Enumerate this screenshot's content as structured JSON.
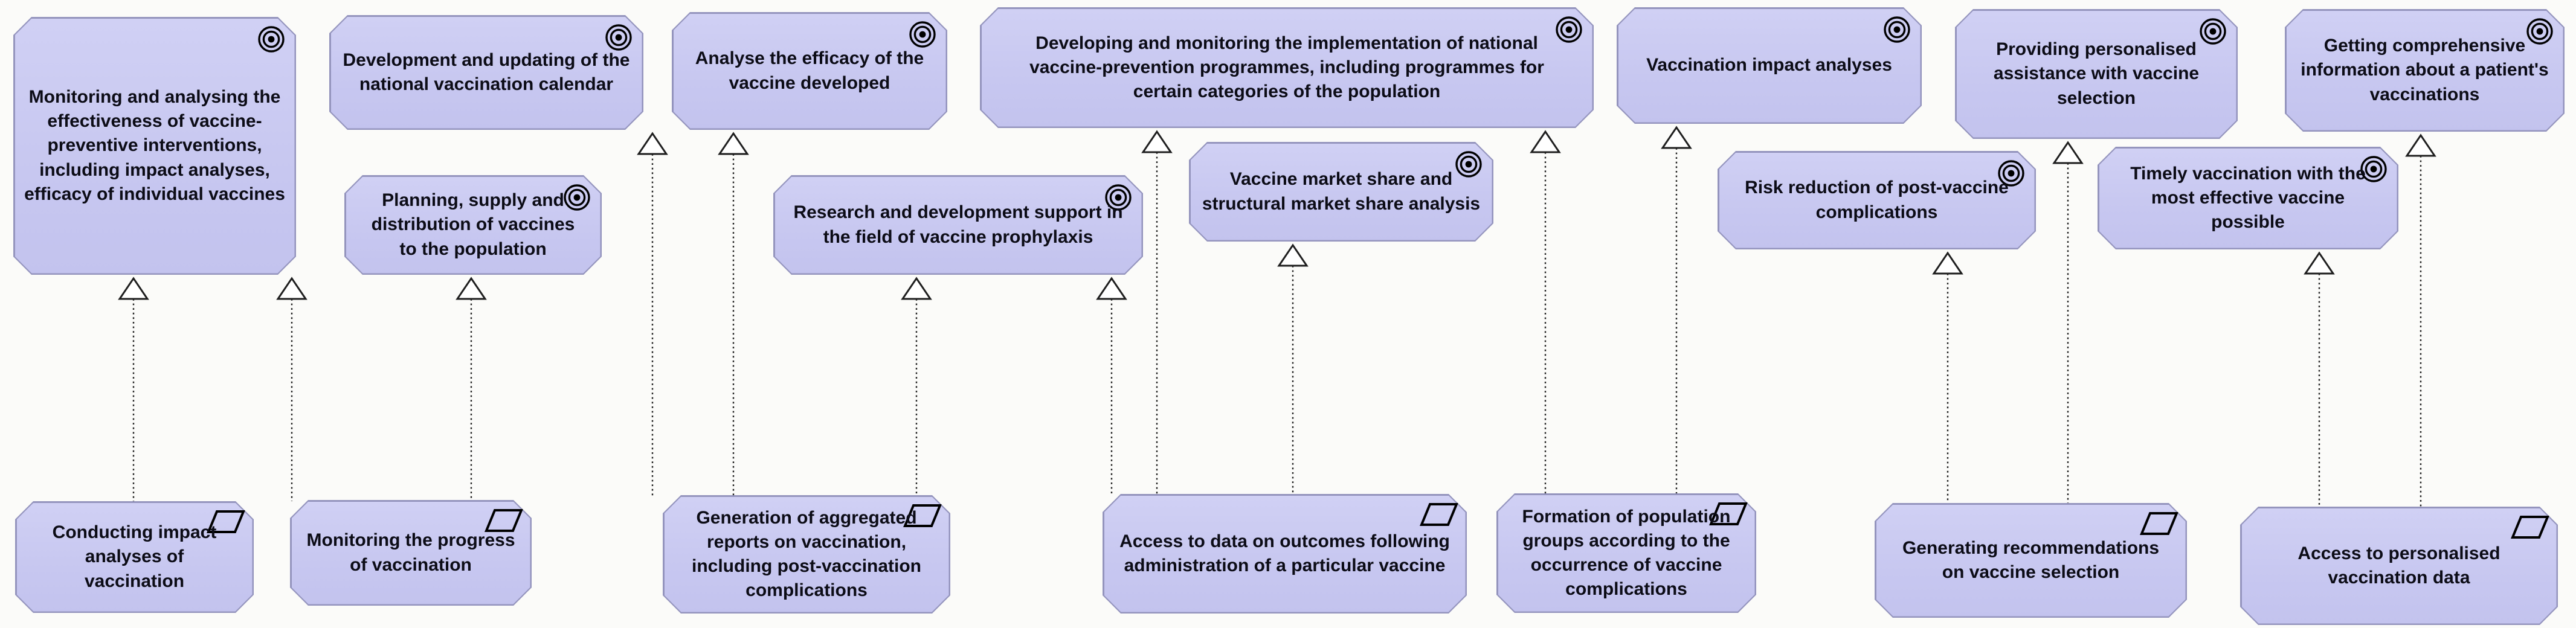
{
  "diagram": {
    "style": {
      "element_fill": "#c9c9f0",
      "element_border": "#9494bd",
      "background": "#fbfbf9",
      "connector_color": "#1e1e1e",
      "text_color": "#0c0c16"
    },
    "top_goals": [
      {
        "id": "T1",
        "icon": "bullseye-icon",
        "label": "Monitoring and analysing the effectiveness of vaccine-preventive interventions, including impact analyses, efficacy of individual vaccines"
      },
      {
        "id": "T2",
        "icon": "bullseye-icon",
        "label": "Development and updating of the national vaccination calendar"
      },
      {
        "id": "T3",
        "icon": "bullseye-icon",
        "label": "Analyse the efficacy of the vaccine developed"
      },
      {
        "id": "T4",
        "icon": "bullseye-icon",
        "label": "Developing and monitoring the implementation of national vaccine-prevention programmes, including programmes for certain categories of the population"
      },
      {
        "id": "T5",
        "icon": "bullseye-icon",
        "label": "Vaccination impact analyses"
      },
      {
        "id": "T6",
        "icon": "bullseye-icon",
        "label": "Providing personalised assistance with vaccine selection"
      },
      {
        "id": "T7",
        "icon": "bullseye-icon",
        "label": "Getting comprehensive information about a patient's vaccinations"
      }
    ],
    "mid_goals": [
      {
        "id": "M1",
        "icon": "bullseye-icon",
        "label": "Planning, supply and distribution of vaccines to the population"
      },
      {
        "id": "M2",
        "icon": "bullseye-icon",
        "label": "Research and development support in the field of vaccine prophylaxis"
      },
      {
        "id": "M3",
        "icon": "bullseye-icon",
        "label": "Vaccine market share and structural market share analysis"
      },
      {
        "id": "M4",
        "icon": "bullseye-icon",
        "label": "Risk reduction of post-vaccine complications"
      },
      {
        "id": "M5",
        "icon": "bullseye-icon",
        "label": "Timely vaccination with the most effective vaccine possible"
      }
    ],
    "outcomes": [
      {
        "id": "O1",
        "icon": "parallelogram-icon",
        "label": "Conducting impact analyses of vaccination"
      },
      {
        "id": "O2",
        "icon": "parallelogram-icon",
        "label": "Monitoring the progress of vaccination"
      },
      {
        "id": "O3",
        "icon": "parallelogram-icon",
        "label": "Generation of aggregated reports on vaccination, including post-vaccination complications"
      },
      {
        "id": "O4",
        "icon": "parallelogram-icon",
        "label": "Access to data on outcomes following administration of a particular vaccine"
      },
      {
        "id": "O5",
        "icon": "parallelogram-icon",
        "label": "Formation of population groups according to the occurrence of vaccine complications"
      },
      {
        "id": "O6",
        "icon": "parallelogram-icon",
        "label": "Generating recommendations on vaccine selection"
      },
      {
        "id": "O7",
        "icon": "parallelogram-icon",
        "label": "Access to personalised vaccination data"
      }
    ],
    "relationships": [
      {
        "type": "realization",
        "from": "O1",
        "to": "T1"
      },
      {
        "type": "realization",
        "from": "O2",
        "to": "T1"
      },
      {
        "type": "realization",
        "from": "O2",
        "to": "M1"
      },
      {
        "type": "realization",
        "from": "O3",
        "to": "T2"
      },
      {
        "type": "realization",
        "from": "O3",
        "to": "T3"
      },
      {
        "type": "realization",
        "from": "O3",
        "to": "M2"
      },
      {
        "type": "realization",
        "from": "O4",
        "to": "M2"
      },
      {
        "type": "realization",
        "from": "O4",
        "to": "T4"
      },
      {
        "type": "realization",
        "from": "O4",
        "to": "M3"
      },
      {
        "type": "realization",
        "from": "O5",
        "to": "T4"
      },
      {
        "type": "realization",
        "from": "O5",
        "to": "T5"
      },
      {
        "type": "realization",
        "from": "O6",
        "to": "M4"
      },
      {
        "type": "realization",
        "from": "O6",
        "to": "T6"
      },
      {
        "type": "realization",
        "from": "O7",
        "to": "M5"
      },
      {
        "type": "realization",
        "from": "O7",
        "to": "T7"
      }
    ]
  }
}
